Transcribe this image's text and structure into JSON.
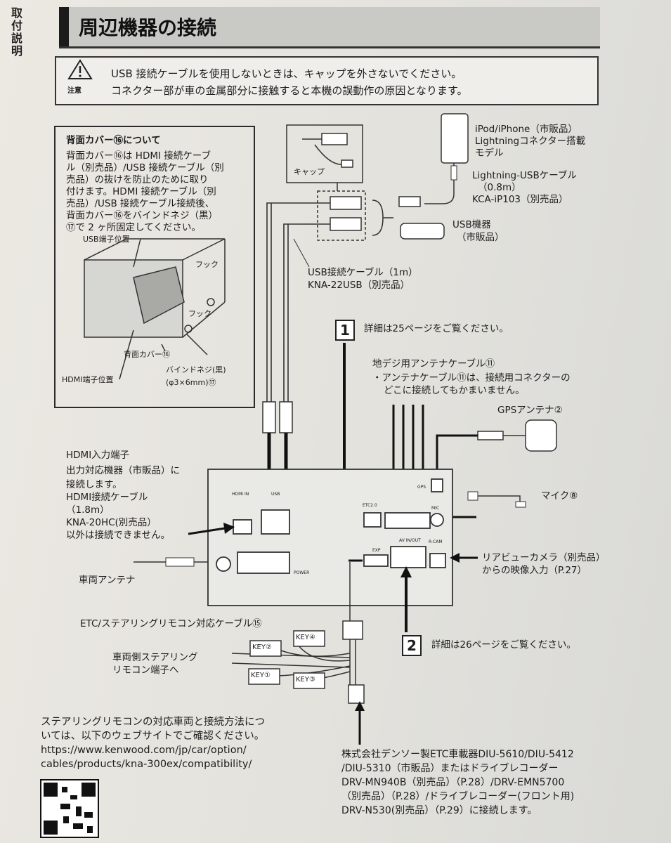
{
  "side_tab": "取付説明",
  "title": "周辺機器の接続",
  "warning": {
    "label": "注意",
    "line1": "USB 接続ケーブルを使用しないときは、キャップを外さないでください。",
    "line2": "コネクター部が車の金属部分に接触すると本機の誤動作の原因となります。"
  },
  "cover_box": {
    "heading": "背面カバー⑯について",
    "lines": [
      "背面カバー⑯は HDMI 接続ケーブ",
      "ル（別売品）/USB 接続ケーブル（別",
      "売品）の抜けを防止のために取り",
      "付けます。HDMI 接続ケーブル（別",
      "売品）/USB 接続ケーブル接続後、",
      "背面カバー⑯をバインドネジ（黒）",
      "⑰で 2 ヶ所固定してください。"
    ],
    "usb_pos": "USB端子位置",
    "hook1": "フック",
    "hook2": "フック",
    "cover_label": "背面カバー⑯",
    "screw1": "バインドネジ(黒)",
    "screw2": "(φ3×6mm)⑰",
    "hdmi_pos": "HDMI端子位置"
  },
  "cap_label": "キャップ",
  "iphone": {
    "l1": "iPod/iPhone（市販品）",
    "l2": "Lightningコネクター搭載",
    "l3": "モデル"
  },
  "lightning_cable": {
    "l1": "Lightning-USBケーブル",
    "l2": "（0.8m）",
    "l3": "KCA-iP103（別売品）"
  },
  "usb_device": {
    "l1": "USB機器",
    "l2": "（市販品）"
  },
  "usb_cable": {
    "l1": "USB接続ケーブル（1m）",
    "l2": "KNA-22USB（別売品）"
  },
  "ref1": {
    "num": "1",
    "text": "詳細は25ページをご覧ください。"
  },
  "antenna_tv": {
    "l1": "地デジ用アンテナケーブル⑪",
    "l2": "・アンテナケーブル⑪は、接続用コネクターの",
    "l3": "どこに接続してもかまいません。"
  },
  "gps": "GPSアンテナ②",
  "mic": "マイク⑧",
  "hdmi_input": {
    "l1": "HDMI入力端子",
    "l2": "出力対応機器（市販品）に",
    "l3": "接続します。",
    "l4": "HDMI接続ケーブル",
    "l5": "（1.8m）",
    "l6": "KNA-20HC(別売品）",
    "l7": "以外は接続できません。"
  },
  "vehicle_antenna": "車両アンテナ",
  "rear_camera": {
    "l1": "リアビューカメラ（別売品）",
    "l2": "からの映像入力（P.27）"
  },
  "unit_labels": {
    "hdmi": "HDMI IN",
    "usb": "USB",
    "etc": "ETC2.0",
    "av": "AV IN/OUT",
    "gps": "GPS",
    "mic": "MIC",
    "exp": "EXP",
    "rcam": "R-CAM",
    "power": "POWER"
  },
  "ref2": {
    "num": "2",
    "text": "詳細は26ページをご覧ください。"
  },
  "etc_cable": "ETC/ステアリングリモコン対応ケーブル⑮",
  "steering": {
    "l1": "車両側ステアリング",
    "l2": "リモコン端子へ"
  },
  "keys": {
    "k1": "KEY①",
    "k2": "KEY②",
    "k3": "KEY③",
    "k4": "KEY④"
  },
  "compat": {
    "l1": "ステアリングリモコンの対応車両と接続方法につ",
    "l2": "いては、以下のウェブサイトでご確認ください。",
    "l3": "https://www.kenwood.com/jp/car/option/",
    "l4": "cables/products/kna-300ex/compatibility/"
  },
  "denso": {
    "l1": "株式会社デンソー製ETC車載器DIU-5610/DIU-5412",
    "l2": "/DIU-5310（市販品）またはドライブレコーダー",
    "l3": "DRV-MN940B（別売品）（P.28）/DRV-EMN5700",
    "l4": "（別売品）（P.28）/ドライブレコーダー(フロント用)",
    "l5": "DRV-N530(別売品）（P.29）に接続します。"
  }
}
